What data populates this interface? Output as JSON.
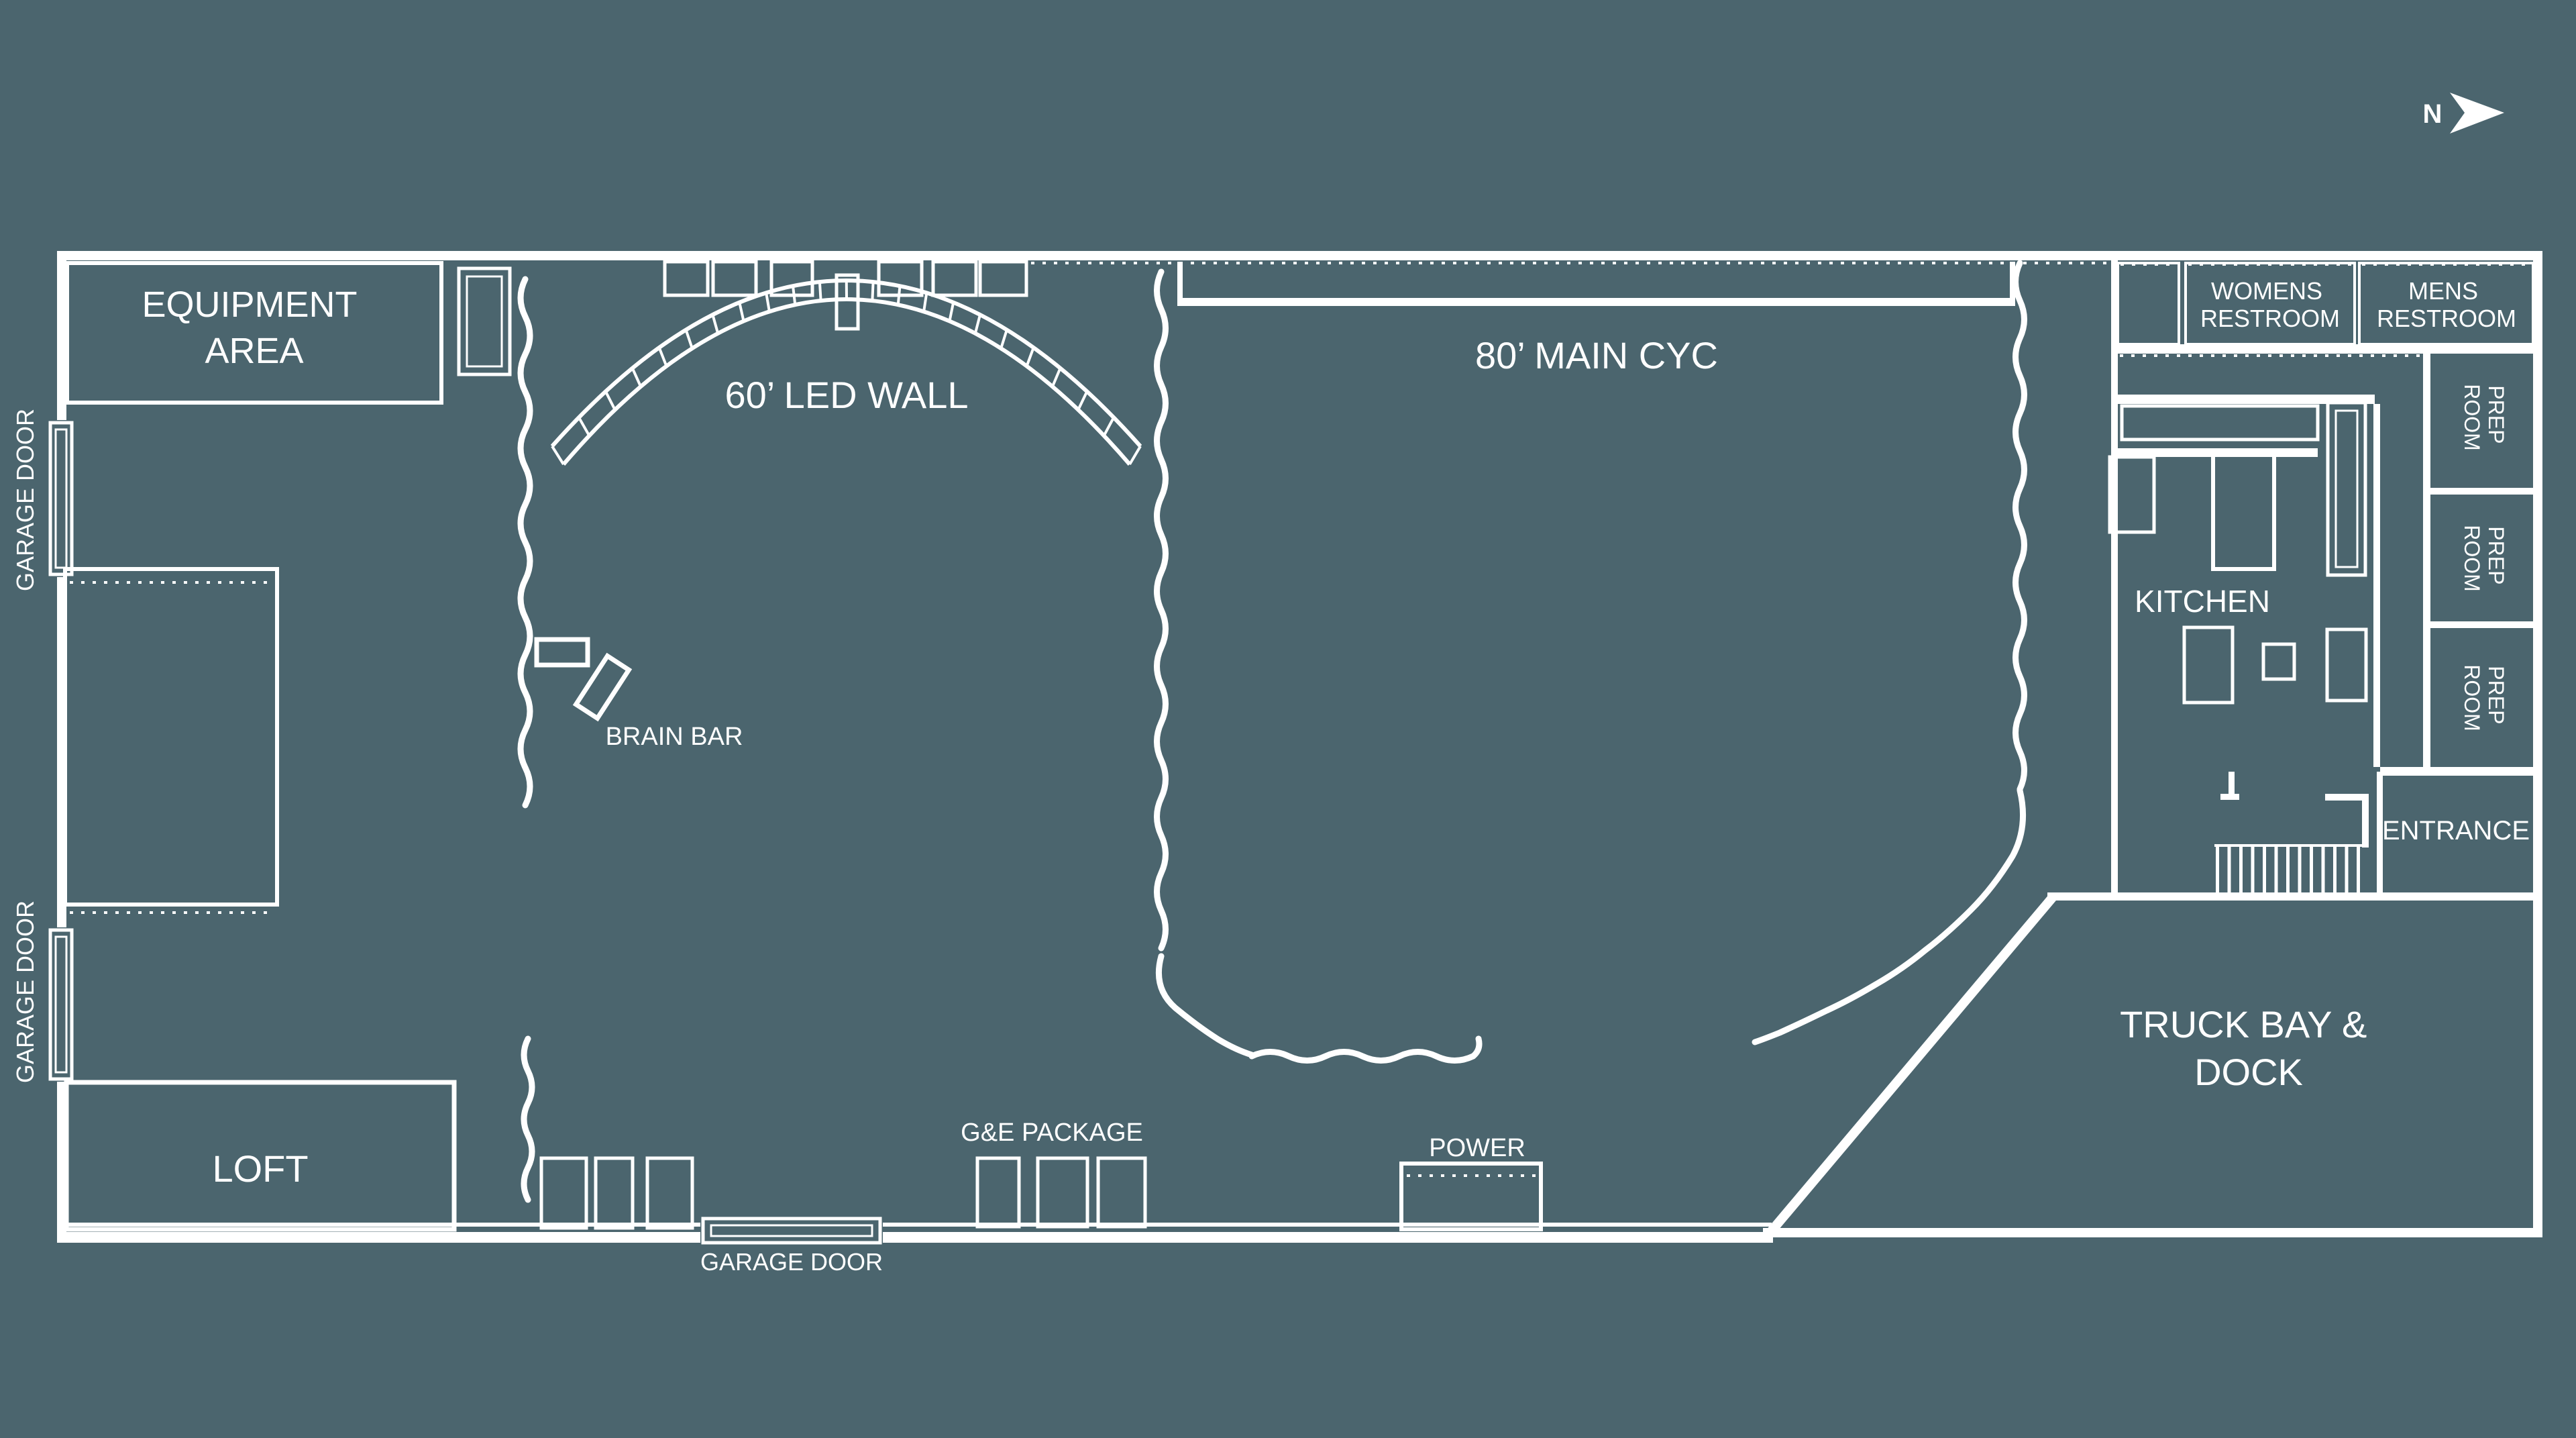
{
  "colors": {
    "background": "#4b656e",
    "line": "#ffffff"
  },
  "north": {
    "label": "N"
  },
  "labels": {
    "equipment_area": {
      "lines": [
        "EQUIPMENT",
        "AREA"
      ]
    },
    "garage_door_upper_left": {
      "text": "GARAGE DOOR"
    },
    "garage_door_lower_left": {
      "text": "GARAGE DOOR"
    },
    "garage_door_bottom": {
      "text": "GARAGE DOOR"
    },
    "loft": {
      "text": "LOFT"
    },
    "led_wall": {
      "text": "60’ LED WALL"
    },
    "brain_bar": {
      "text": "BRAIN BAR"
    },
    "main_cyc": {
      "text": "80’ MAIN CYC"
    },
    "ge_package": {
      "text": "G&E PACKAGE"
    },
    "power": {
      "text": "POWER"
    },
    "womens_restroom": {
      "lines": [
        "WOMENS",
        "RESTROOM"
      ]
    },
    "mens_restroom": {
      "lines": [
        "MENS",
        "RESTROOM"
      ]
    },
    "prep_room_1": {
      "lines": [
        "PREP",
        "ROOM"
      ]
    },
    "prep_room_2": {
      "lines": [
        "PREP",
        "ROOM"
      ]
    },
    "prep_room_3": {
      "lines": [
        "PREP",
        "ROOM"
      ]
    },
    "kitchen": {
      "text": "KITCHEN"
    },
    "entrance": {
      "text": "ENTRANCE"
    },
    "truck_bay": {
      "lines": [
        "TRUCK BAY &",
        "DOCK"
      ]
    }
  }
}
